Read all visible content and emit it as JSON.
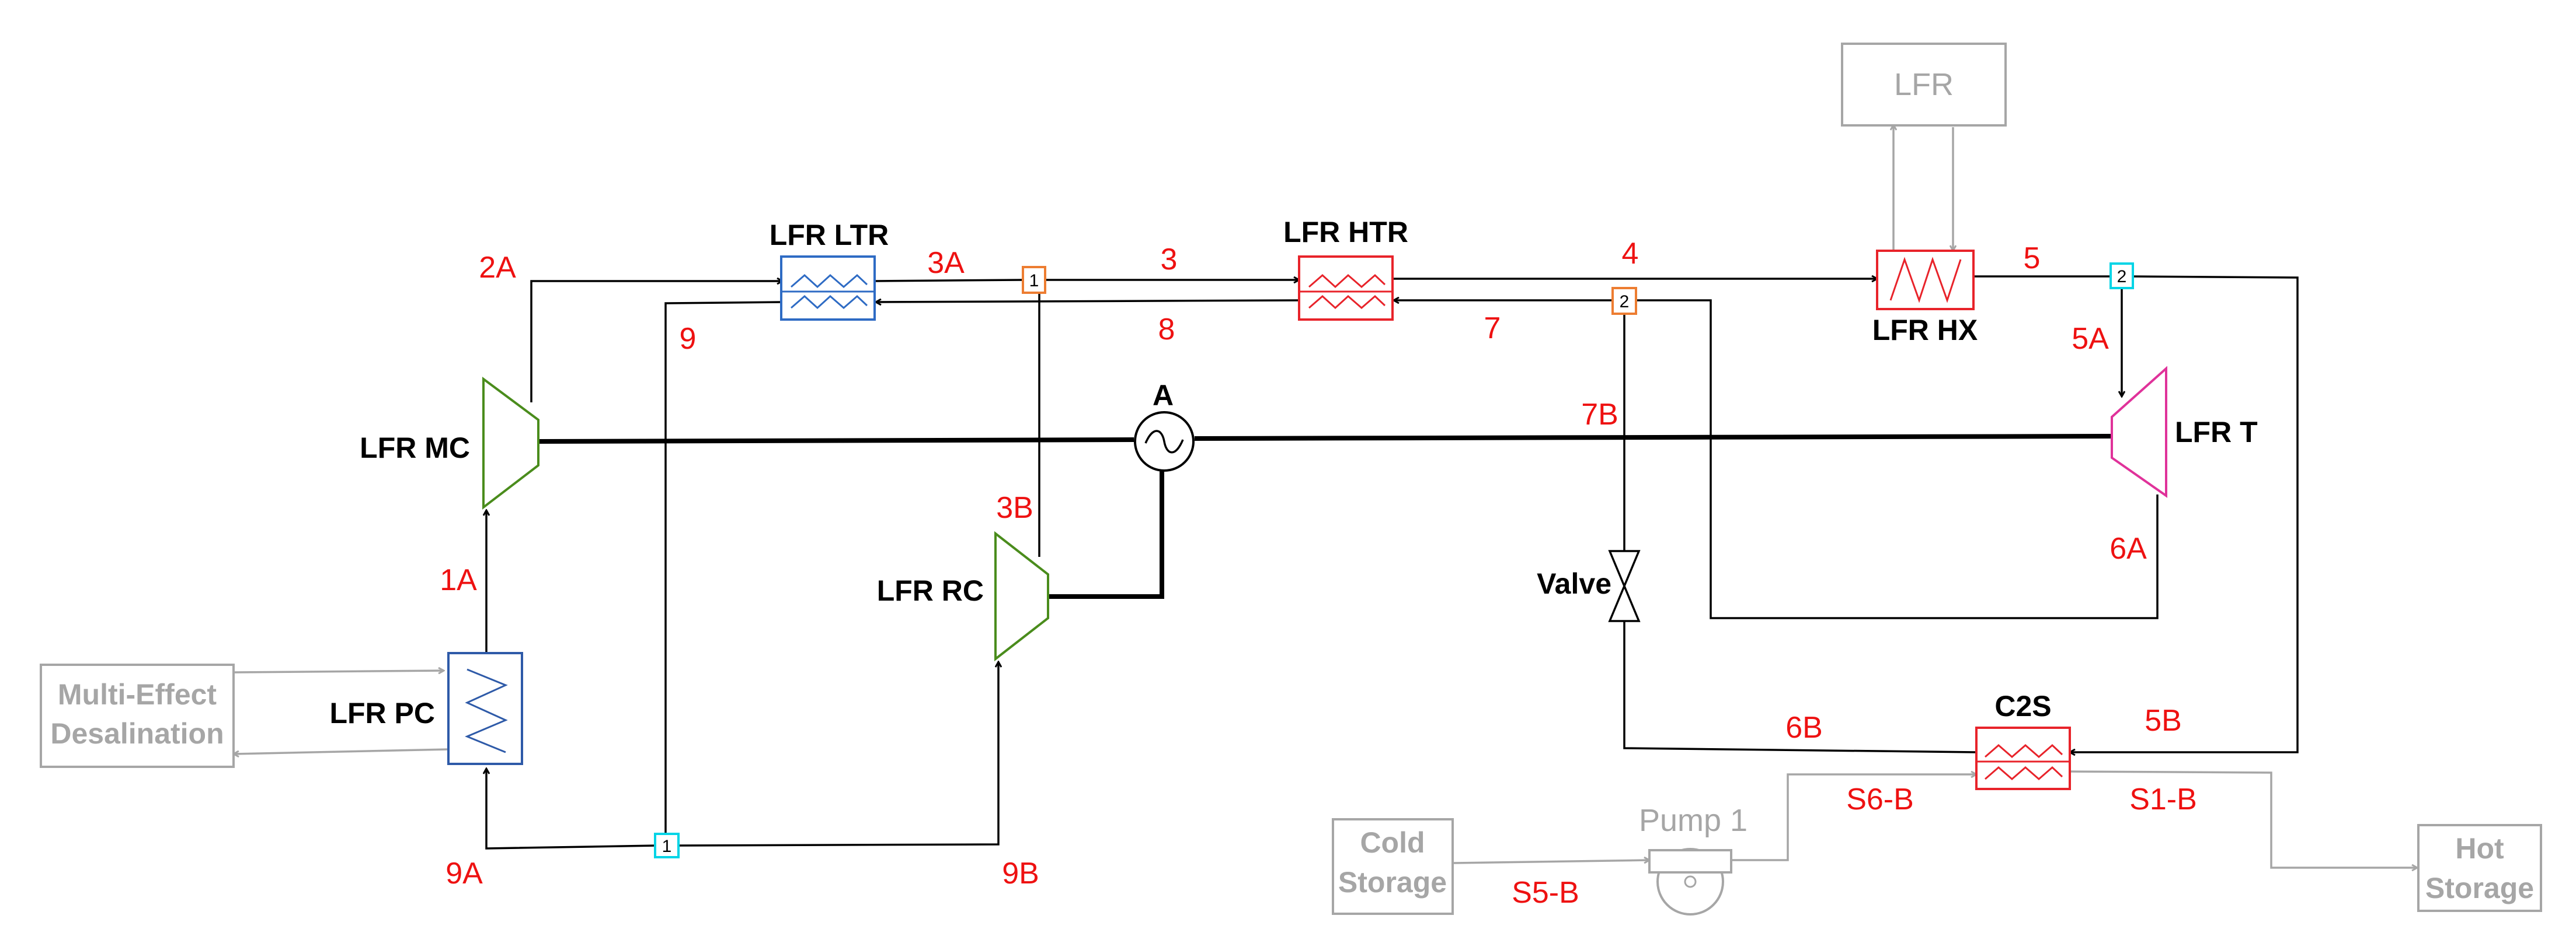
{
  "components": {
    "mc": "LFR MC",
    "ltr": "LFR LTR",
    "htr": "LFR HTR",
    "hx": "LFR HX",
    "turbine": "LFR T",
    "rc": "LFR RC",
    "pc": "LFR PC",
    "c2s": "C2S",
    "valve": "Valve",
    "generator": "A",
    "lfr": "LFR",
    "desal_line1": "Multi-Effect",
    "desal_line2": "Desalination",
    "cold_line1": "Cold",
    "cold_line2": "Storage",
    "hot_line1": "Hot",
    "hot_line2": "Storage",
    "pump": "Pump 1"
  },
  "state_points": {
    "p1a": "1A",
    "p2a": "2A",
    "p3": "3",
    "p3a": "3A",
    "p3b": "3B",
    "p4": "4",
    "p5": "5",
    "p5a": "5A",
    "p5b": "5B",
    "p6a": "6A",
    "p6b": "6B",
    "p7": "7",
    "p7b": "7B",
    "p8": "8",
    "p9": "9",
    "p9a": "9A",
    "p9b": "9B",
    "s1b": "S1-B",
    "s5b": "S5-B",
    "s6b": "S6-B"
  },
  "nodes": {
    "mixer_orange_1": "1",
    "mixer_orange_2": "2",
    "splitter_cyan_1": "1",
    "splitter_cyan_2": "2"
  },
  "colors": {
    "flow": "#000000",
    "state_label": "#ee1111",
    "cooler": "#2e5aa8",
    "recuperator_low": "#2e6bc4",
    "hot_exchanger": "#e8232a",
    "compressor": "#4a8c1c",
    "turbine": "#e0329a",
    "external": "#a6a6a6",
    "mixer": "#ed7d31",
    "splitter": "#00d4e6"
  }
}
